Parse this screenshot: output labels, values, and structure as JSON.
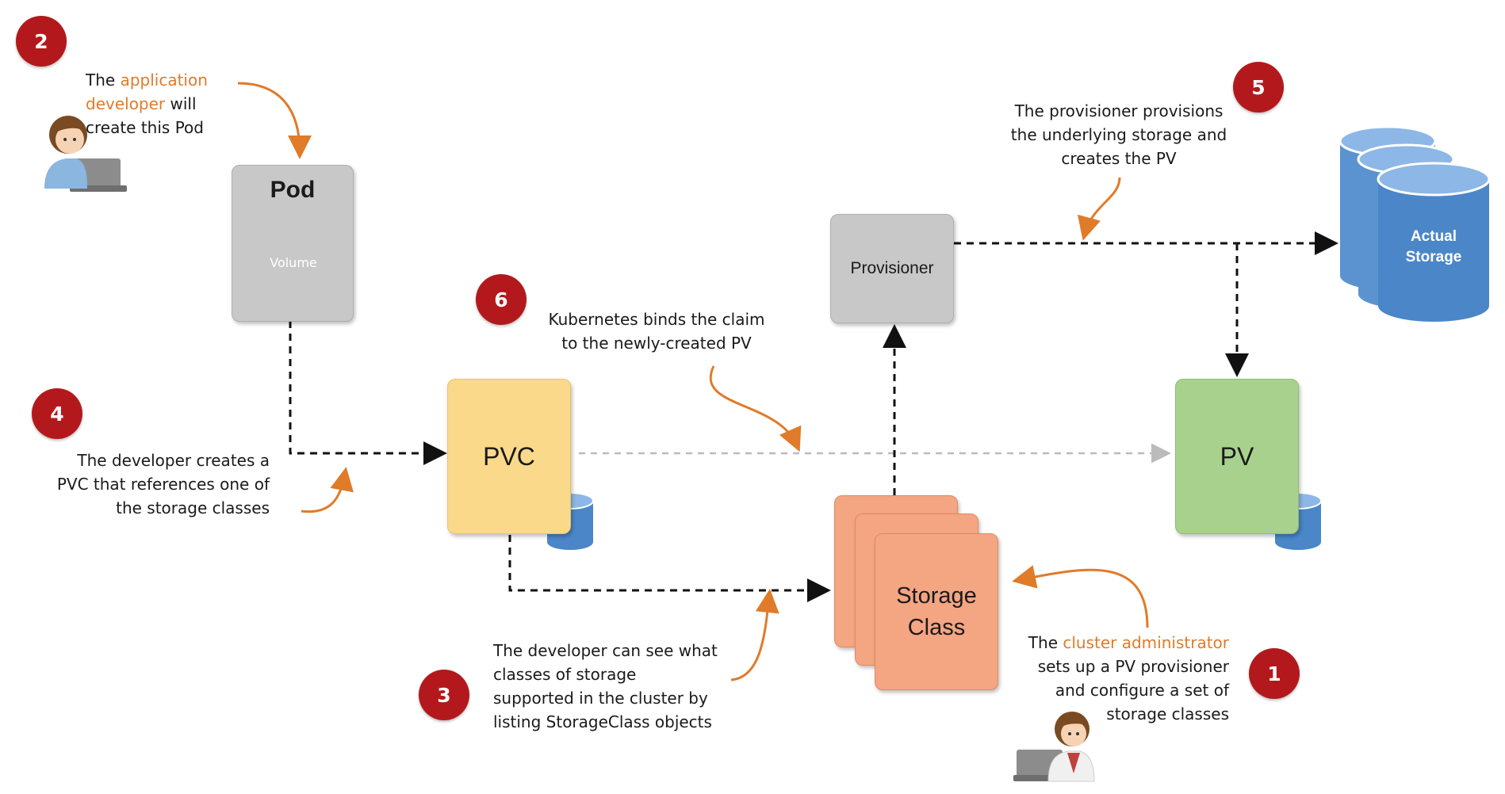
{
  "badges": [
    "1",
    "2",
    "3",
    "4",
    "5",
    "6"
  ],
  "boxes": {
    "pod": "Pod",
    "volume": "Volume",
    "provisioner": "Provisioner",
    "pvc": "PVC",
    "pv": "PV",
    "storage_class_line1": "Storage",
    "storage_class_line2": "Class",
    "actual_storage_line1": "Actual",
    "actual_storage_line2": "Storage"
  },
  "notes": {
    "step2": {
      "pre": "The ",
      "hl1": "application",
      "hl2": "developer",
      "post1": " will",
      "line3": "create this Pod"
    },
    "step5": [
      "The provisioner provisions",
      "the underlying storage and",
      "creates the PV"
    ],
    "step6": [
      "Kubernetes binds the claim",
      "to the newly-created PV"
    ],
    "step4": [
      "The developer creates a",
      "PVC that references one of",
      "the storage classes"
    ],
    "step3": [
      "The developer can see what",
      "classes of storage",
      "supported in the cluster by",
      "listing StorageClass objects"
    ],
    "step1": {
      "pre": "The ",
      "hl": "cluster administrator",
      "line2": "sets up a PV provisioner",
      "line3": "and configure a set of",
      "line4": "storage classes"
    }
  },
  "colors": {
    "badge": "#b3191c",
    "accent_arrow": "#e07b2a",
    "pod_box": "#c8c8c8",
    "pvc_box": "#fbd98a",
    "pv_box": "#a9d18e",
    "storage_class": "#f4a582",
    "cylinder": "#4a86c8"
  },
  "icons": [
    "developer-person-icon",
    "admin-person-icon",
    "volume-cylinder-icon",
    "storage-cylinder-icon"
  ]
}
